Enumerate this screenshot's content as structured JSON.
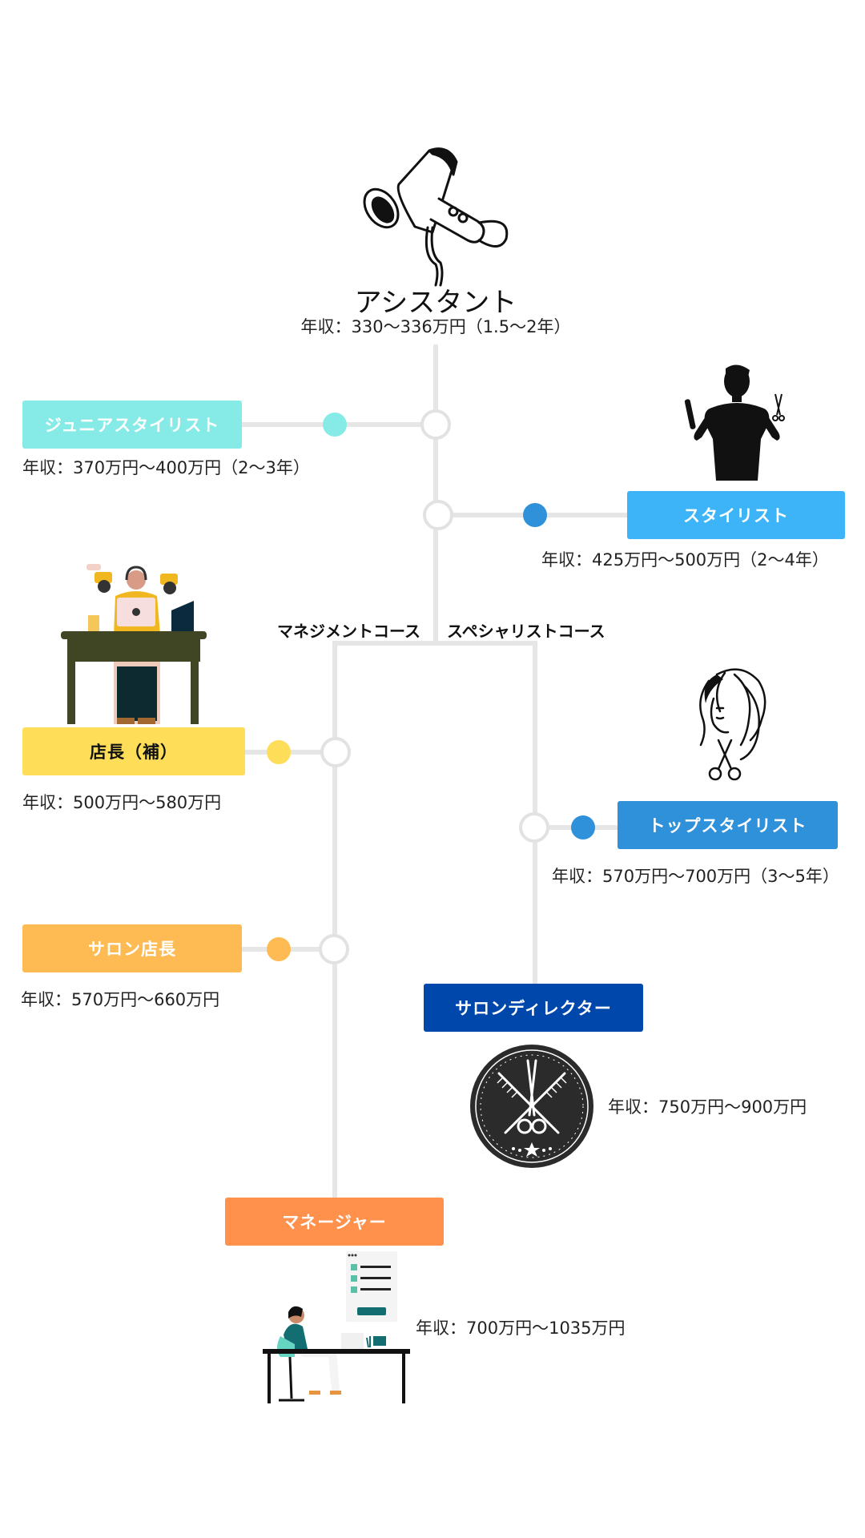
{
  "assistant": {
    "title": "アシスタント",
    "salary": "年収：330〜336万円（1.5〜2年）"
  },
  "junior": {
    "label": "ジュニアスタイリスト",
    "salary": "年収：370万円〜400万円（2〜3年）",
    "color": "#86ebe6"
  },
  "stylist": {
    "label": "スタイリスト",
    "salary": "年収：425万円〜500万円（2〜4年）",
    "color": "#3cb4f7"
  },
  "courses": {
    "management": "マネジメントコース",
    "specialist": "スペシャリストコース"
  },
  "vice_manager": {
    "label": "店長（補）",
    "salary": "年収：500万円〜580万円",
    "color": "#fedd59"
  },
  "top_stylist": {
    "label": "トップスタイリスト",
    "salary": "年収：570万円〜700万円（3〜5年）",
    "color": "#2e91d9"
  },
  "salon_manager": {
    "label": "サロン店長",
    "salary": "年収：570万円〜660万円",
    "color": "#ffbb53"
  },
  "salon_director": {
    "label": "サロンディレクター",
    "salary": "年収：750万円〜900万円",
    "color": "#0047ab"
  },
  "manager": {
    "label": "マネージャー",
    "salary": "年収：700万円〜1035万円",
    "color": "#ff914d"
  },
  "icons": [
    "hair-dryer-icon",
    "stylist-silhouette-icon",
    "shop-manager-desk-icon",
    "woman-hair-scissors-icon",
    "barber-badge-icon",
    "office-worker-icon"
  ]
}
